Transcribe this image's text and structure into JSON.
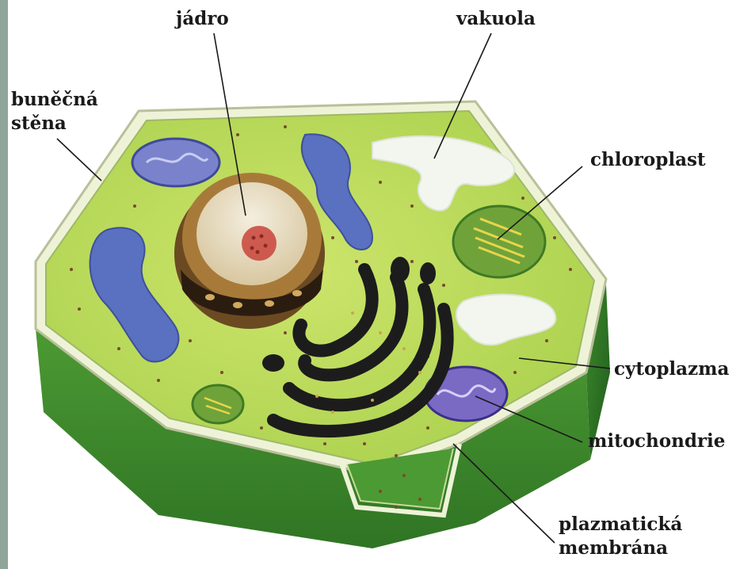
{
  "labels": {
    "nucleus": "jádro",
    "vacuole": "vakuola",
    "cell_wall": [
      "buněčná",
      "stěna"
    ],
    "chloroplast": "chloroplast",
    "cytoplasm": "cytoplazma",
    "mitochondria": "mitochondrie",
    "plasma_membrane": [
      "plazmatická",
      "membrána"
    ]
  },
  "colors": {
    "cytoplasm_green": "#b9d957",
    "side_green": "#3f8a2b",
    "organelle_blue": "#5a70c0",
    "golgi_black": "#1c1c1c",
    "vacuole_white": "#f2f6ef",
    "nucleus_cream": "#efe7d3",
    "nucleolus_red": "#c9433a"
  }
}
